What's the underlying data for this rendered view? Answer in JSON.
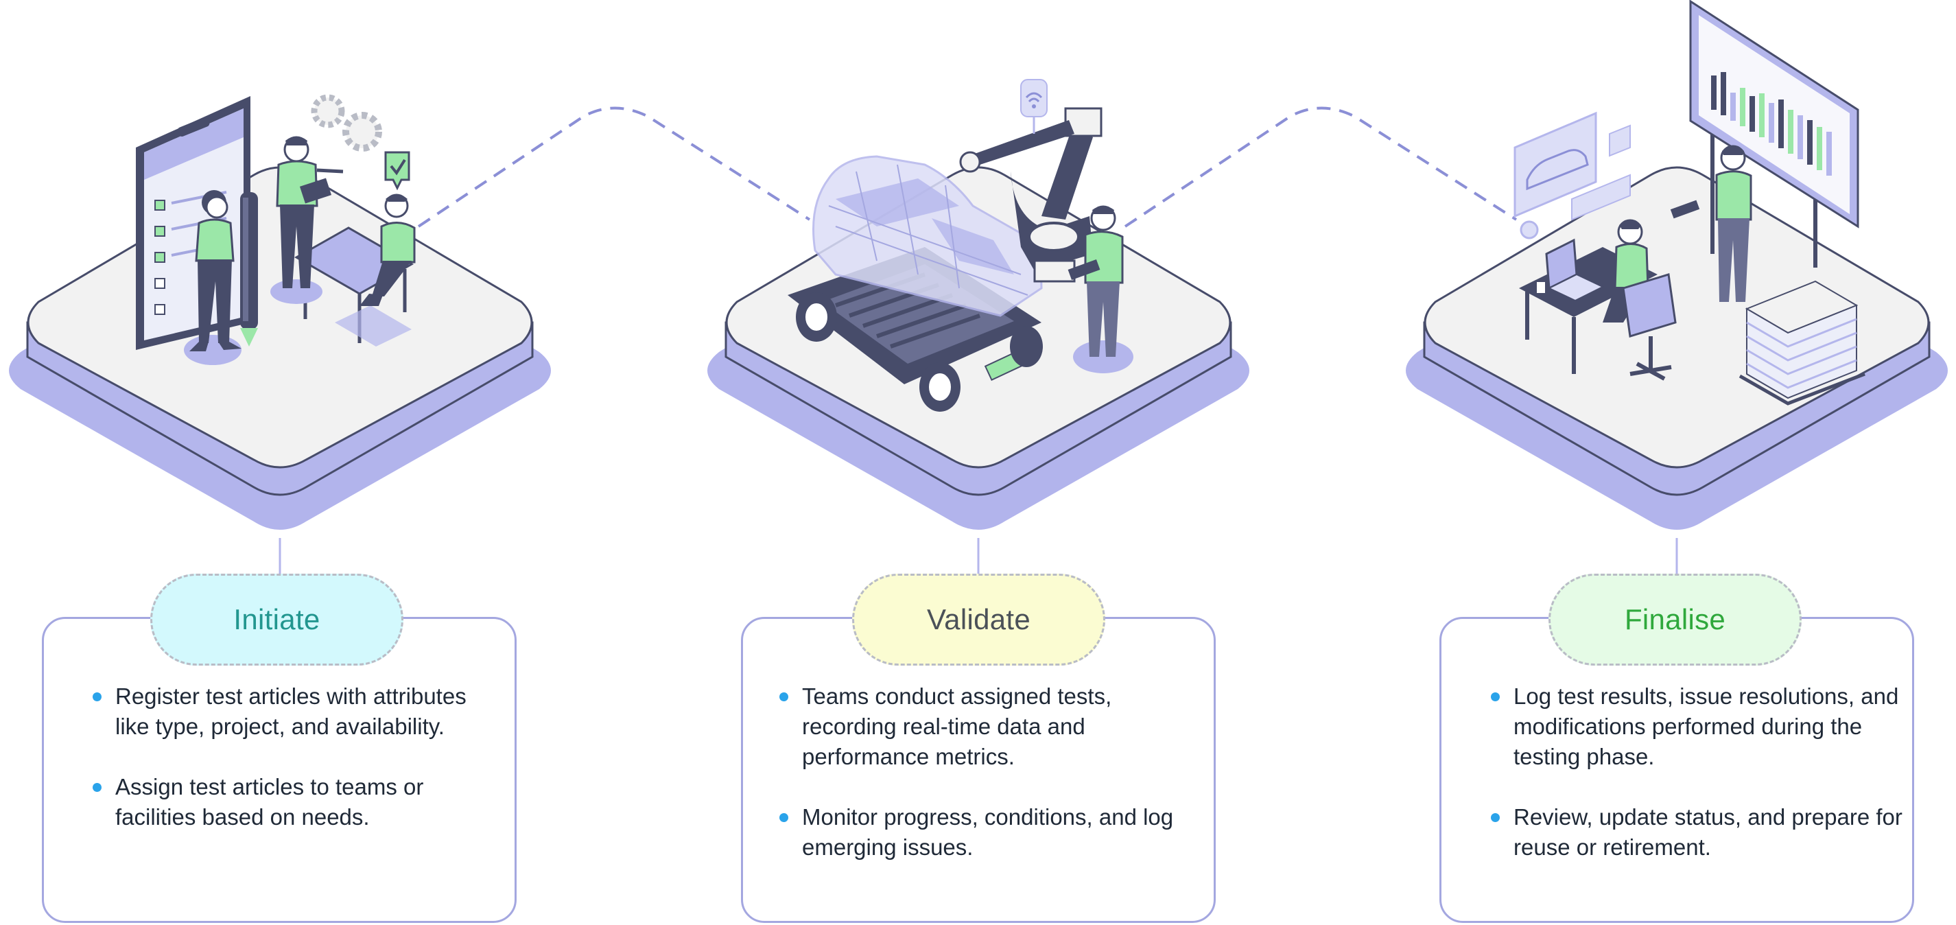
{
  "stages": [
    {
      "title": "Initiate",
      "bullets": [
        "Register test articles with attributes like type, project, and availability.",
        "Assign test articles to teams or facilities based on needs."
      ]
    },
    {
      "title": "Validate",
      "bullets": [
        "Teams conduct assigned tests, recording real-time data and performance metrics.",
        "Monitor progress, conditions, and log emerging issues."
      ]
    },
    {
      "title": "Finalise",
      "bullets": [
        "Log test results, issue resolutions, and modifications performed during the testing phase.",
        "Review, update status, and prepare for reuse or retirement."
      ]
    }
  ],
  "colors": {
    "platform_top": "#f2f2f2",
    "platform_side": "#b4b6ec",
    "platform_shadow": "#b2b4ec",
    "outline": "#474c6a",
    "accent_green": "#9be7a8",
    "connector_dash": "#8b8fd6",
    "card_border": "#a4a7e0",
    "bullet": "#2aa3ea"
  }
}
